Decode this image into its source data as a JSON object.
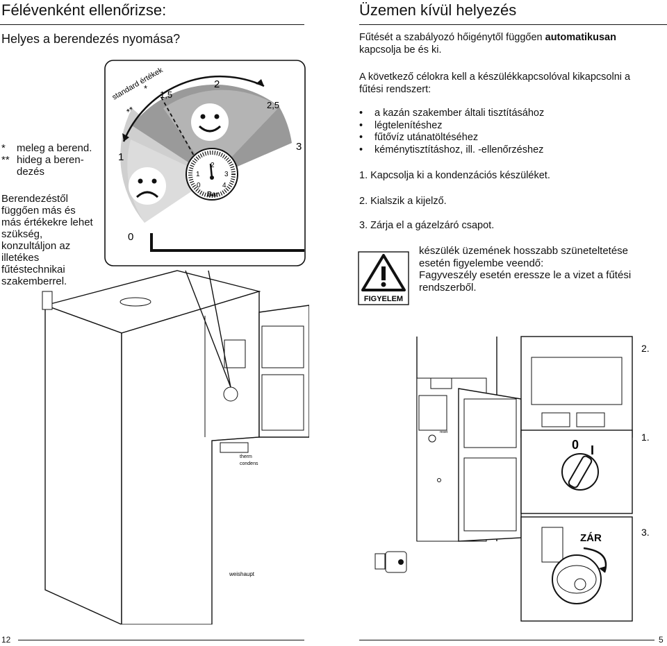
{
  "left": {
    "title": "Félévenként ellenőrizse:",
    "subtitle": "Helyes a berendezés nyomása?",
    "legend": [
      {
        "mark": "*",
        "text": "meleg a berend."
      },
      {
        "mark": "**",
        "text": "hideg a beren-"
      },
      {
        "mark": "",
        "text": "dezés"
      }
    ],
    "note_lines": [
      "Berendezéstől",
      "függően más és",
      "más értékekre lehet",
      "szükség,",
      "konzultáljon az",
      "illetékes",
      "fűtéstechnikai",
      "szakemberrel."
    ],
    "gauge": {
      "arc_label": "standard értékek",
      "star1": "*",
      "star2": "**",
      "scale": [
        "0",
        "1",
        "1,5",
        "2",
        "2,5",
        "3"
      ],
      "dial_numbers": [
        "0",
        "1",
        "2",
        "3",
        "4"
      ],
      "unit": "Bar"
    },
    "boiler": {
      "brand_line1": "therm",
      "brand_line2": "condens",
      "footer_brand": "weishaupt"
    },
    "page_number": "12"
  },
  "right": {
    "title": "Üzemen kívül helyezés",
    "intro_pre": "Fűtését a szabályozó hőigénytől függően ",
    "intro_bold": "automatikusan",
    "intro_post": "kapcsolja be és ki.",
    "para_line1": "A következő célokra kell a készülékkapcsolóval kikapcsolni a",
    "para_line2": "fűtési rendszert:",
    "bullets": [
      "a kazán szakember általi tisztításához",
      "légtelenítéshez",
      "fűtővíz utánatöltéséhez",
      "kéménytisztításhoz, ill. -ellenőrzéshez"
    ],
    "steps": [
      "1. Kapcsolja ki a kondenzációs készüléket.",
      "2. Kialszik a kijelző.",
      "3. Zárja el a gázelzáró csapot."
    ],
    "warning": {
      "label": "FIGYELEM",
      "lines": [
        "készülék üzemének hosszabb szüneteltetése",
        "esetén figyelembe veendő:",
        "Fagyveszély esetén eressze le a vizet a fűtési",
        "rendszerből."
      ]
    },
    "figure": {
      "callout_2": "2.",
      "callout_1": "1.",
      "callout_3": "3.",
      "switch_off": "0",
      "switch_on": "I",
      "zar": "ZÁR",
      "reset": "reset"
    },
    "page_number": "5"
  }
}
